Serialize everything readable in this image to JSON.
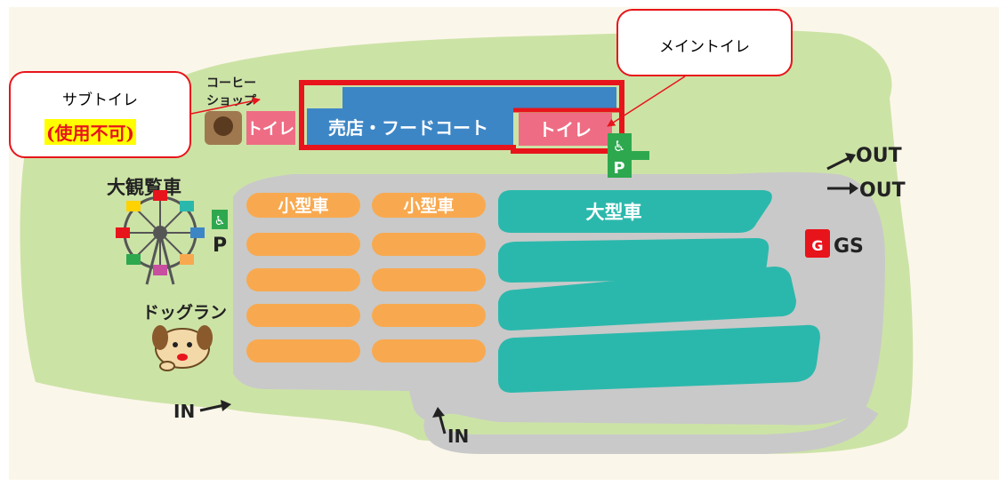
{
  "callouts": {
    "sub_toilet": {
      "title": "サブトイレ",
      "note": "(使用不可)"
    },
    "main_toilet": {
      "title": "メイントイレ"
    }
  },
  "buildings": {
    "coffee_shop": "コーヒー\nショップ",
    "sub_toilet_label": "トイレ",
    "shop_food_court": "売店・フードコート",
    "main_toilet_label": "トイレ"
  },
  "landmarks": {
    "ferris_wheel": "大観覧車",
    "dog_run": "ドッグラン",
    "gas_station": "GS",
    "gas_station_badge": "G"
  },
  "parking": {
    "small_car_1": "小型車",
    "small_car_2": "小型車",
    "large_car": "大型車",
    "disabled_p_left": "P",
    "disabled_p_right": "P"
  },
  "directions": {
    "out_1": "OUT",
    "out_2": "OUT",
    "in_left": "IN",
    "in_bottom": "IN"
  },
  "colors": {
    "grass": "#cce3a6",
    "road": "#c9c9c9",
    "small_lot": "#f8a94f",
    "large_lot": "#2bb8ac",
    "building": "#3d86c6",
    "toilet": "#ee6d84",
    "highlight": "#e8141b",
    "disabled_green": "#2ea84e"
  }
}
